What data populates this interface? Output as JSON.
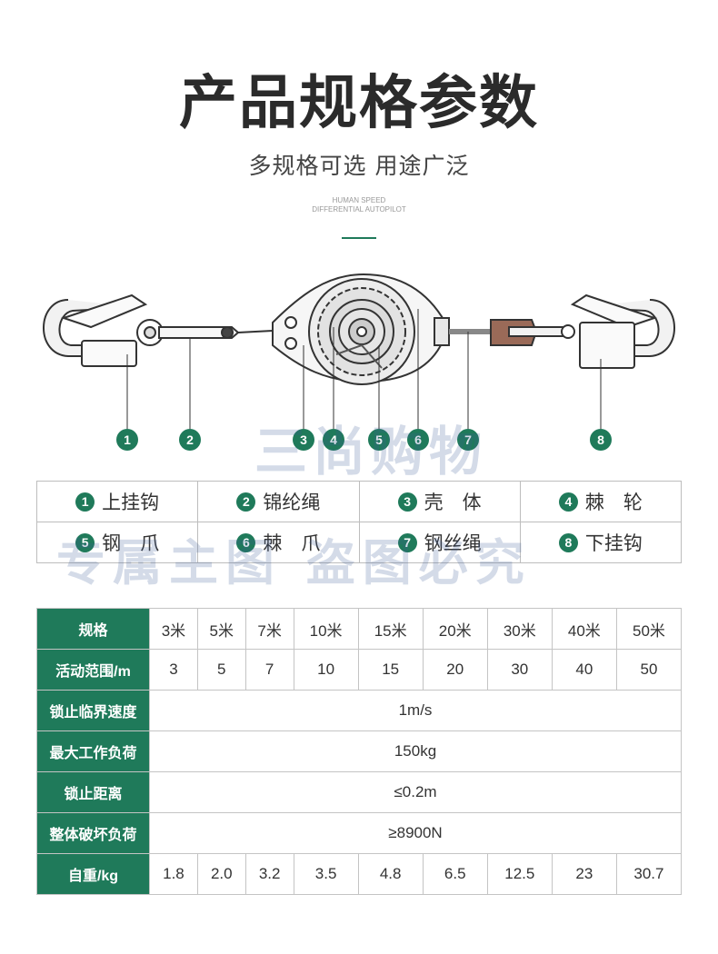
{
  "header": {
    "title": "产品规格参数",
    "subtitle": "多规格可选 用途广泛",
    "english_line1": "HUMAN SPEED",
    "english_line2": "DIFFERENTIAL AUTOPILOT"
  },
  "diagram": {
    "callouts": [
      "1",
      "2",
      "3",
      "4",
      "5",
      "6",
      "7",
      "8"
    ]
  },
  "watermarks": {
    "brand": "三尚购物",
    "copyright": "专属主图 盗图必究"
  },
  "parts": [
    {
      "num": "1",
      "label": "上挂钩"
    },
    {
      "num": "2",
      "label": "锦纶绳"
    },
    {
      "num": "3",
      "label": "壳　体"
    },
    {
      "num": "4",
      "label": "棘　轮"
    },
    {
      "num": "5",
      "label": "钢　爪"
    },
    {
      "num": "6",
      "label": "棘　爪"
    },
    {
      "num": "7",
      "label": "钢丝绳"
    },
    {
      "num": "8",
      "label": "下挂钩"
    }
  ],
  "specs": {
    "header_row": {
      "label": "规格",
      "values": [
        "3米",
        "5米",
        "7米",
        "10米",
        "15米",
        "20米",
        "30米",
        "40米",
        "50米"
      ]
    },
    "range_row": {
      "label": "活动范围/m",
      "values": [
        "3",
        "5",
        "7",
        "10",
        "15",
        "20",
        "30",
        "40",
        "50"
      ]
    },
    "lock_speed": {
      "label": "锁止临界速度",
      "value": "1m/s"
    },
    "max_load": {
      "label": "最大工作负荷",
      "value": "150kg"
    },
    "lock_distance": {
      "label": "锁止距离",
      "value": "≤0.2m"
    },
    "break_load": {
      "label": "整体破坏负荷",
      "value": "≥8900N"
    },
    "weight_row": {
      "label": "自重/kg",
      "values": [
        "1.8",
        "2.0",
        "3.2",
        "3.5",
        "4.8",
        "6.5",
        "12.5",
        "23",
        "30.7"
      ]
    }
  },
  "colors": {
    "accent": "#1f7a5a",
    "watermark": "#3c5a96"
  }
}
